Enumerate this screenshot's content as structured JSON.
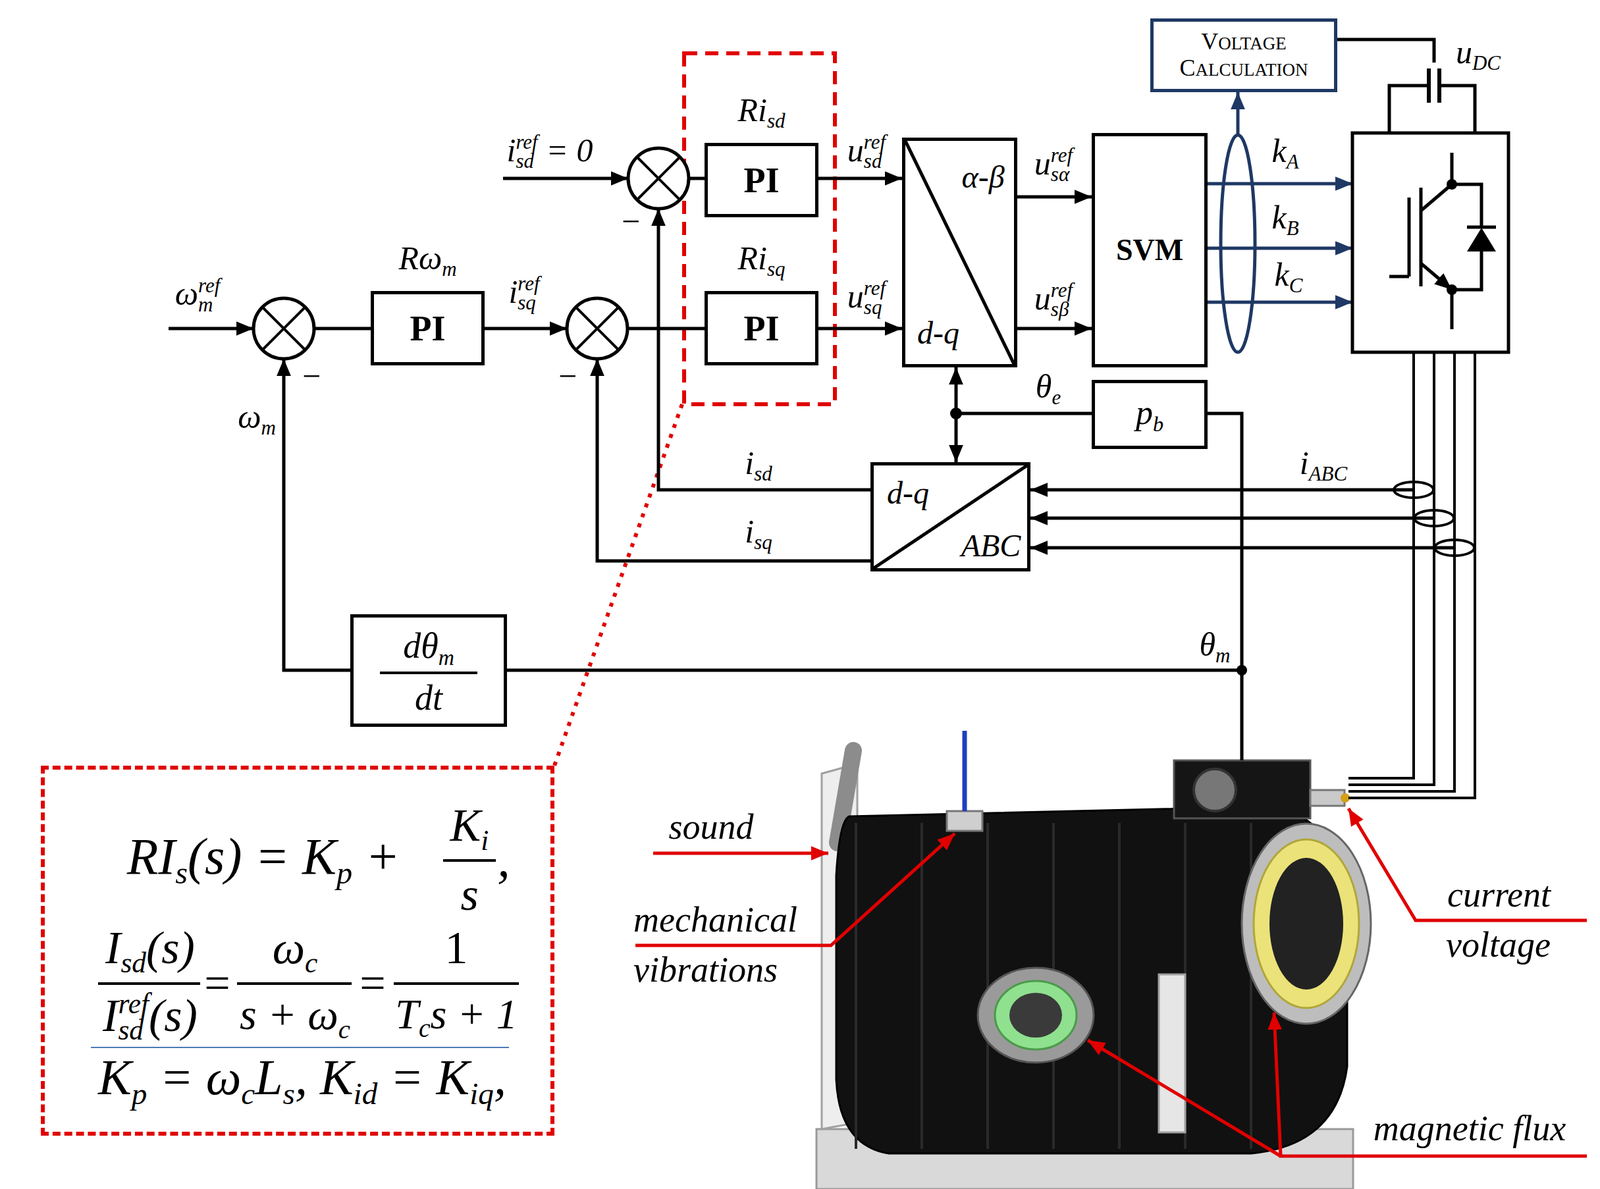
{
  "diagram": {
    "nodes": [
      {
        "text": [
          "VOLTAGE CALCULATION"
        ]
      },
      {
        "text": [
          "Risd",
          "PI"
        ]
      },
      {
        "text": [
          "α-β",
          "d-q"
        ]
      },
      {
        "text": [
          "SVM"
        ]
      },
      {
        "text": [
          "Rωm",
          "PI"
        ]
      },
      {
        "text": [
          "Risq",
          "PI"
        ]
      },
      {
        "text": [
          "pb"
        ]
      },
      {
        "text": [
          "d-q",
          "ABC"
        ]
      },
      {
        "text": [
          "dθm",
          "dt"
        ]
      },
      {
        "text": [
          "RIs(s) = Kp +",
          "Ki",
          "s",
          ",",
          "Isd(s)",
          "Isdref(s)",
          "=",
          "ωc",
          "s + ωc",
          "=",
          "1",
          "Tcs + 1",
          "Kp = ωcLs, Kid = Kiq,"
        ]
      }
    ],
    "edges": [
      {
        "from": 1,
        "to": 2,
        "arrow": "to",
        "label": "usdref"
      },
      {
        "from": 5,
        "to": 2,
        "arrow": "to",
        "label": "usqref"
      },
      {
        "from": 2,
        "to": 3,
        "arrow": "to",
        "label": "usαref"
      },
      {
        "from": 2,
        "to": 3,
        "arrow": "to",
        "label": "usβref"
      },
      {
        "from": 3,
        "to": 0,
        "arrow": "to"
      },
      {
        "from": 2,
        "to": 7,
        "arrow": "both"
      }
    ],
    "labels": [
      "uDC",
      "kA",
      "kB",
      "kC",
      "isdref = 0",
      "−",
      "ωmref",
      "−",
      "isqref",
      "−",
      "θe",
      "ωm",
      "isd",
      "iABC",
      "isq",
      "θm",
      "sound",
      "mechanical vibrations",
      "current voltage",
      "magnetic flux"
    ]
  }
}
